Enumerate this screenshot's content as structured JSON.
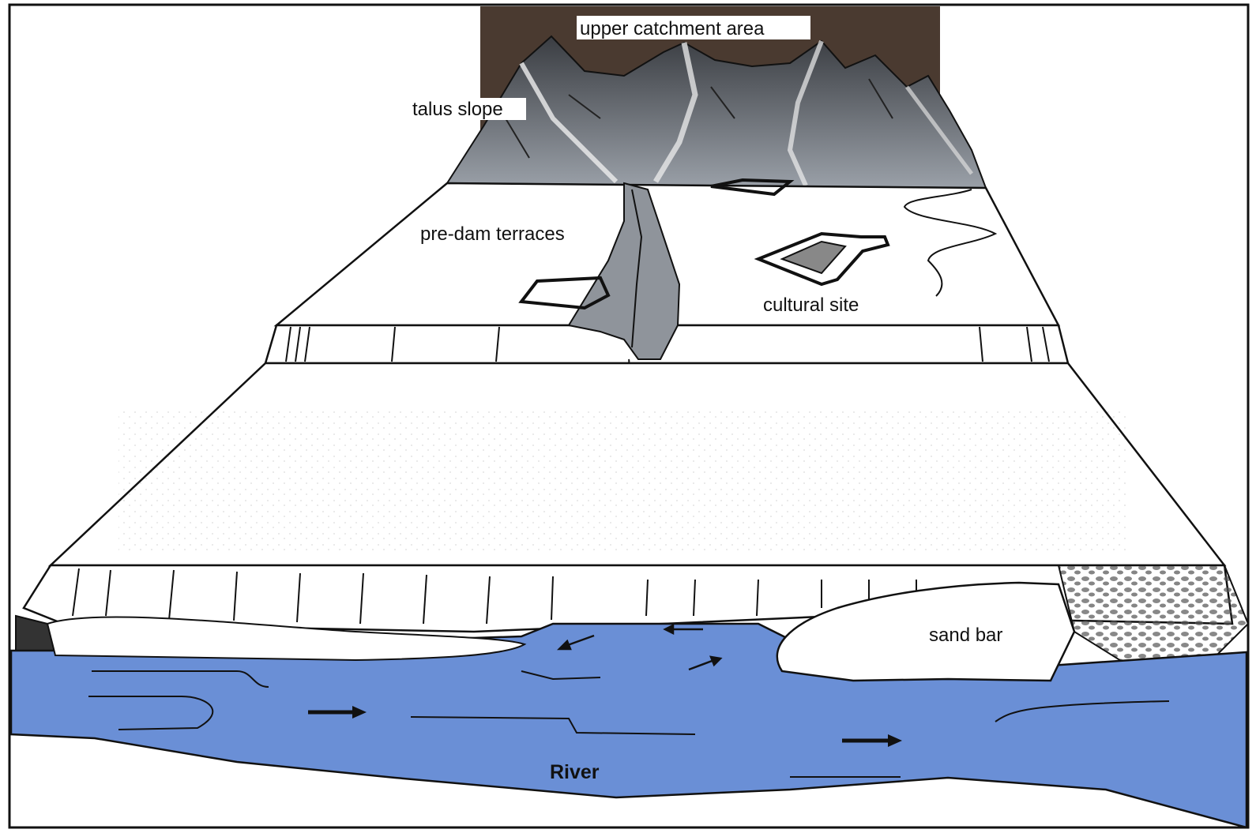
{
  "labels": {
    "upper_catchment": "upper catchment area",
    "talus_slope": "talus slope",
    "pre_dam_terraces": "pre-dam terraces",
    "cultural_site": "cultural site",
    "sand_bar": "sand bar",
    "river": "River"
  },
  "colors": {
    "catchment_backdrop": "#4a3a30",
    "river": "#6a8fd6",
    "terrace_fill": "#ffffff",
    "line": "#111111",
    "mountain_shade": "#5a5f66"
  },
  "icons": [
    "flow-arrow-icon",
    "eddy-arrow-icon"
  ]
}
